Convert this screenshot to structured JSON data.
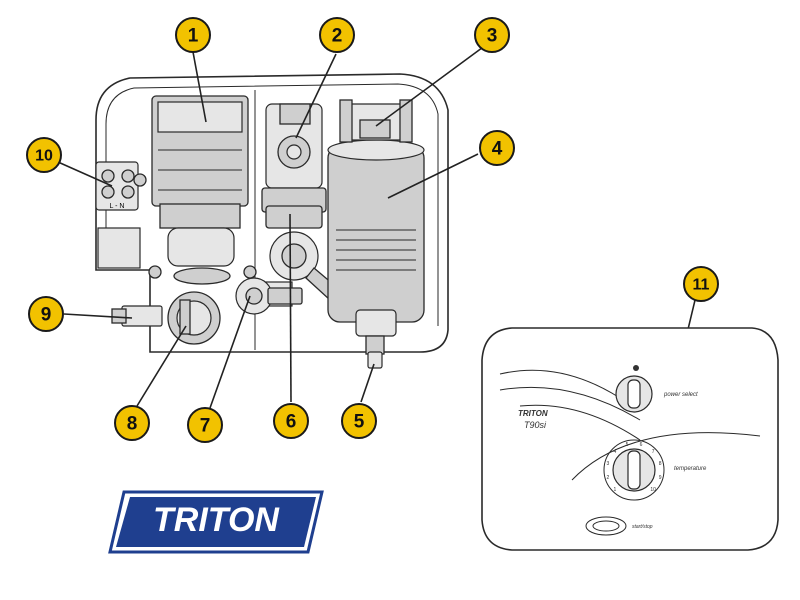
{
  "brand": {
    "logo_text": "TRITON",
    "logo_color": "#1f3f8f"
  },
  "front_panel": {
    "brand": "TRITON",
    "model": "T90si",
    "power_label": "power select",
    "temperature_label": "temperature",
    "start_label": "start/stop",
    "dial_marks": [
      "1",
      "2",
      "3",
      "4",
      "5",
      "6",
      "7",
      "8",
      "9",
      "10"
    ]
  },
  "callouts": [
    {
      "id": "1",
      "label": "1"
    },
    {
      "id": "2",
      "label": "2"
    },
    {
      "id": "3",
      "label": "3"
    },
    {
      "id": "4",
      "label": "4"
    },
    {
      "id": "5",
      "label": "5"
    },
    {
      "id": "6",
      "label": "6"
    },
    {
      "id": "7",
      "label": "7"
    },
    {
      "id": "8",
      "label": "8"
    },
    {
      "id": "9",
      "label": "9"
    },
    {
      "id": "10",
      "label": "10"
    },
    {
      "id": "11",
      "label": "11"
    }
  ],
  "terminal_text": "L - N",
  "colors": {
    "callout_fill": "#f2c200",
    "logo_blue": "#1f3f8f"
  }
}
